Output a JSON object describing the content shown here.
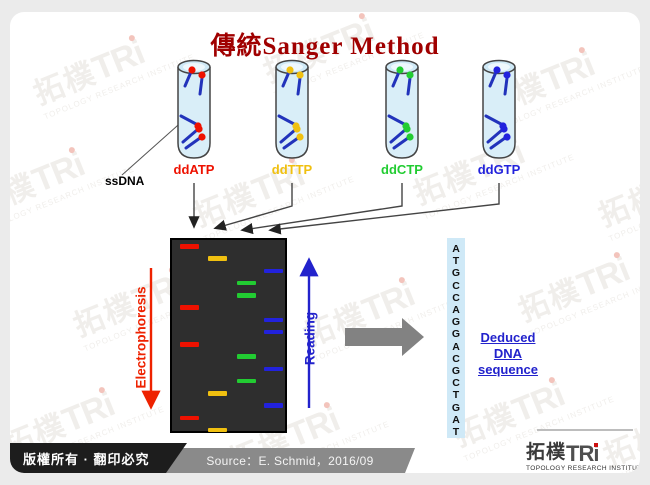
{
  "title": "傳統Sanger Method",
  "ssdna_label": "ssDNA",
  "tubes": [
    {
      "label": "ddATP",
      "base": "A",
      "color": "#ee1100"
    },
    {
      "label": "ddTTP",
      "base": "T",
      "color": "#f0c010"
    },
    {
      "label": "ddCTP",
      "base": "C",
      "color": "#22cc32"
    },
    {
      "label": "ddGTP",
      "base": "G",
      "color": "#2222dd"
    }
  ],
  "gel": {
    "sequence_top_to_bottom": "ATGCCAGGACGCTGAT",
    "lane_order_left_to_right": [
      "A",
      "T",
      "C",
      "G"
    ],
    "background": "#2e2e2e"
  },
  "electrophoresis_label": "Electrophoresis",
  "reading_label": "Reading",
  "sequence_column": "ATGCCAGGACGCTGAT",
  "deduced_lines": [
    "Deduced",
    "DNA",
    "sequence"
  ],
  "colors": {
    "title": "#a00000",
    "electrophoresis_arrow": "#ee2200",
    "reading_arrow": "#2222cc",
    "dna_stick": "#2233bb",
    "connector": "#444444",
    "big_arrow_gray": "#828282"
  },
  "footer": {
    "copyright": "版權所有 · 翻印必究",
    "source": "Source：E. Schmid，2016/09",
    "logo_cn": "拓樸",
    "logo_en": "TRi",
    "logo_subtitle": "TOPOLOGY RESEARCH INSTITUTE"
  },
  "watermark": {
    "cn": "拓樸",
    "en": "TRi",
    "subtitle": "TOPOLOGY RESEARCH INSTITUTE"
  }
}
